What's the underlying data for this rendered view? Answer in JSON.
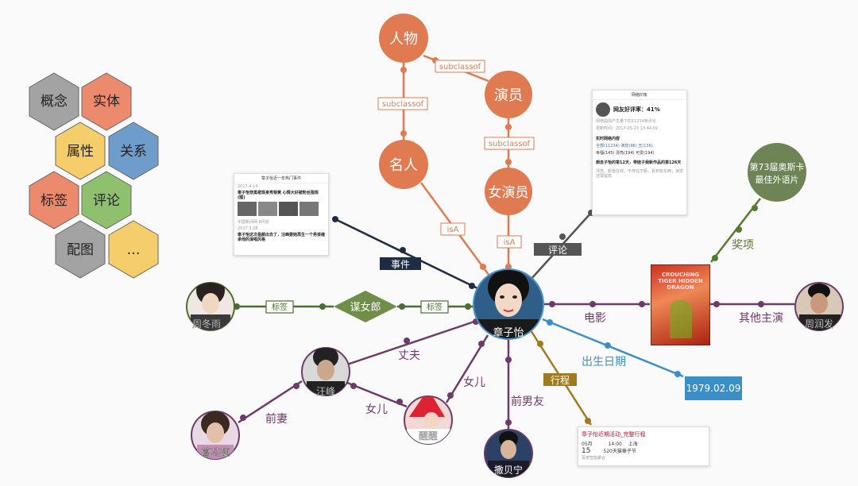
{
  "legend": {
    "cells": [
      {
        "label": "概念",
        "color": "#a3a3a3"
      },
      {
        "label": "实体",
        "color": "#ec8a6e"
      },
      {
        "label": "属性",
        "color": "#f5cd6a"
      },
      {
        "label": "关系",
        "color": "#6e9ccb"
      },
      {
        "label": "标签",
        "color": "#ec8a6e"
      },
      {
        "label": "评论",
        "color": "#8fc06e"
      },
      {
        "label": "配图",
        "color": "#a3a3a3"
      },
      {
        "label": "…",
        "color": "#f5cd6a"
      }
    ]
  },
  "concepts": {
    "person": "人物",
    "actor": "演员",
    "celebrity": "名人",
    "actress": "女演员",
    "subclassof": "subclassof",
    "isA": "isA"
  },
  "center": {
    "name": "章子怡"
  },
  "edges": {
    "event": "事件",
    "comment": "评论",
    "tag": "标签",
    "husband": "丈夫",
    "daughter": "女儿",
    "ex_boyfriend": "前男友",
    "schedule": "行程",
    "birthday": "出生日期",
    "movie": "电影",
    "award": "奖项",
    "other_actor": "其他主演",
    "ex_wife": "前妻"
  },
  "entities": {
    "zhou_dongyu": "周冬雨",
    "mou_nvlang": "谋女郎",
    "wang_feng": "汪峰",
    "xingxing": "醒醒",
    "sa_beining": "撒贝宁",
    "ge_huijie": "葛荟婕",
    "zhou_runfa": "周润发",
    "birth_date": "1979.02.09",
    "oscar": "第73届奥斯卡最佳外语片"
  },
  "news_card": {
    "title": "章子怡近一年热门事件",
    "d1": "2017.4.14",
    "h1": "章子怡穿黑裙现身秀银黄 心情大好被粉丝围观(图)",
    "s1": "中国新闻网 8月前",
    "d2": "2017.3.28",
    "h2": "章子怡这次是颜出去了，汪峰要她再生一个男孩继承他的演唱风格"
  },
  "comment_card": {
    "title": "网络印象",
    "rate": "网友好评率：41%",
    "s1": "网络舆情产生量下的11234条评论",
    "s2": "更新时间：2017-05-23 13:44:02",
    "sec": "实时网络内容",
    "tags": "全部(11234)  演技(96)  丑(136)",
    "tags2": "幸福(145)  漂亮(194)  可爱(194)",
    "t1": "想念子怡的第12天，带娃子我新作品的第126天",
    "t2": "漂亮，颜值在线，不存在不服，看到有东西，演技还需提高"
  },
  "schedule_card": {
    "title": "章子怡近期活动_完整行程",
    "month": "05月",
    "day": "15",
    "time": "14:00",
    "city": "上海",
    "event": "520天猫章子节",
    "footer": "百度智能聚合"
  },
  "poster": {
    "title": "CROUCHING TIGER HIDDEN DRAGON"
  },
  "colors": {
    "concept": "#e07a50",
    "entity_edge": "#6e3a6a",
    "tag": "#4a6e30",
    "news": "#1f2d44",
    "comment": "#555555",
    "schedule": "#a07a20",
    "birth": "#3a8fc7",
    "award": "#557a30"
  }
}
